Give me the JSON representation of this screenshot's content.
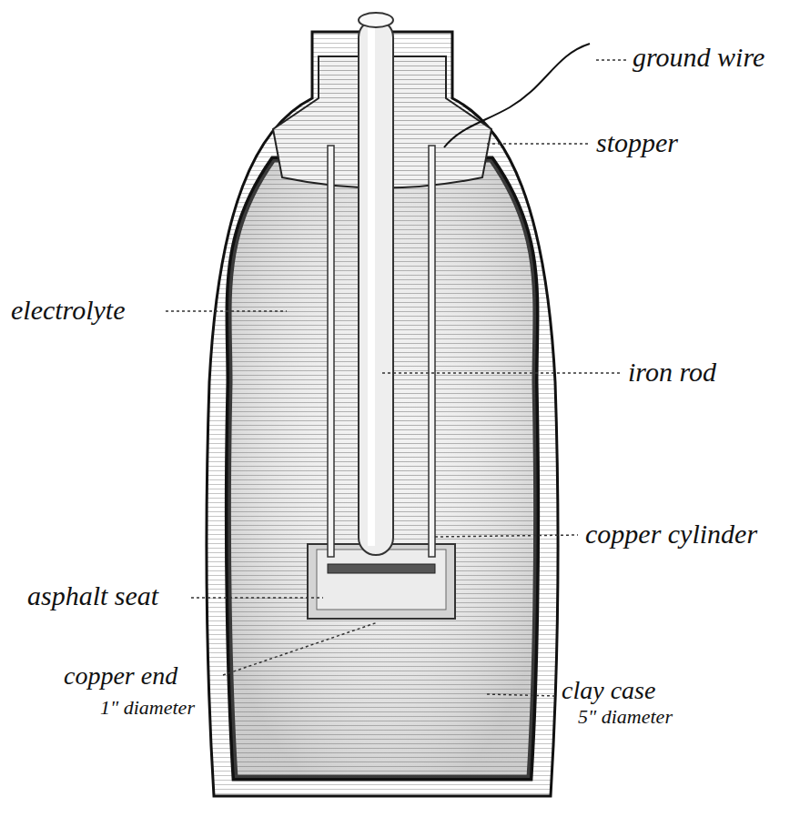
{
  "diagram": {
    "labels": [
      "ground wire",
      "stopper",
      "electrolyte",
      "iron rod",
      "copper cylinder",
      "asphalt seat",
      "copper end",
      "1\" diameter",
      "clay case",
      "5\" diameter"
    ]
  }
}
